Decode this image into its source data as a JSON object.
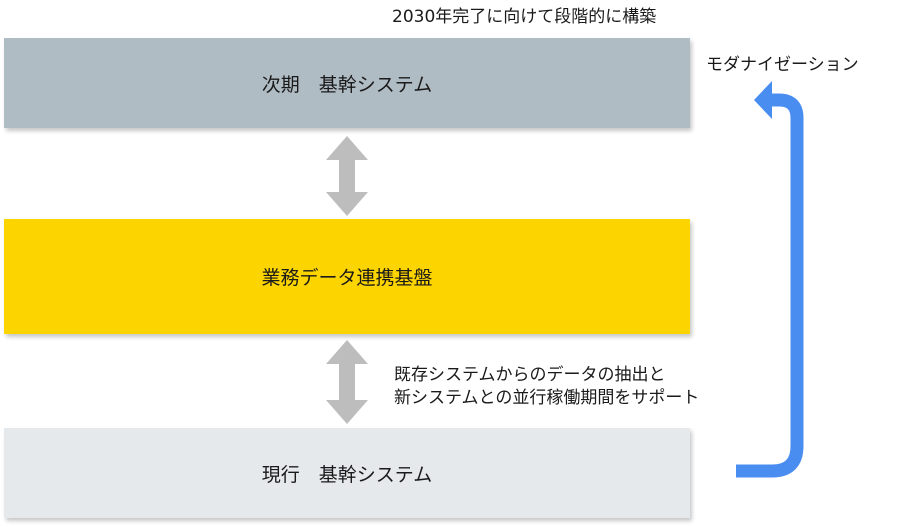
{
  "colors": {
    "next_system_fill": "#b0bcc4",
    "platform_fill": "#fcd400",
    "current_system_fill": "#e6e9ec",
    "double_arrow": "#bdbdbd",
    "modernization_arrow": "#4a8df0"
  },
  "diagram": {
    "top_note": "2030年完了に向けて段階的に構築",
    "next_system": "次期　基幹システム",
    "platform": "業務データ連携基盤",
    "current_system": "現行　基幹システム",
    "bridge_note_line1": "既存システムからのデータの抽出と",
    "bridge_note_line2": "新システムとの並行稼働期間をサポート",
    "modernization_label": "モダナイゼーション"
  }
}
